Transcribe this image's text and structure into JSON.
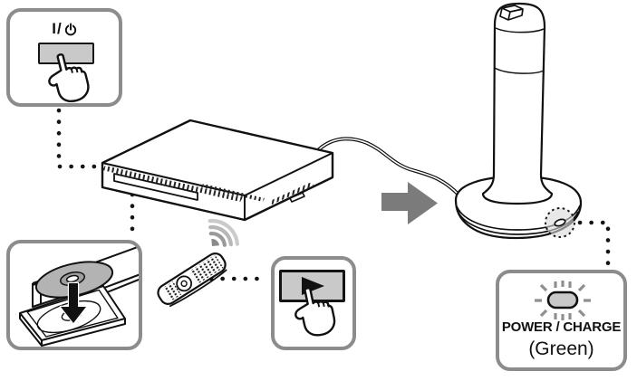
{
  "callouts": {
    "power": {
      "label": "I/",
      "symbol_icon": "power-standby-icon",
      "hand_icon": "pressing-hand-icon"
    },
    "insert_disc": {
      "disc_icon": "disc-icon",
      "arrow_icon": "insert-arrow-icon",
      "tray_icon": "open-disc-tray-icon"
    },
    "play": {
      "icon": "play-icon",
      "hand_icon": "pressing-hand-icon"
    },
    "indicator": {
      "label": "POWER / CHARGE",
      "state_label": "(Green)",
      "led_icon": "glowing-led-icon"
    }
  },
  "illustration": {
    "player_icon": "dvd-player-icon",
    "remote_icon": "remote-control-icon",
    "signal_icon": "wireless-signal-icon",
    "arrow_icon": "right-arrow-icon",
    "speaker_icon": "tower-speaker-icon",
    "led_highlight_icon": "led-position-highlight-icon",
    "connector_style": "dotted"
  },
  "colors": {
    "box_border": "#8c8c8c",
    "button_fill": "#c9c9c9",
    "arrow_fill": "#7b7b7b",
    "disc_fill": "#b3b3b3",
    "led_fill": "#c9c9c9",
    "highlight_fill": "#d9d9d9",
    "signal_dark": "#8a8a8a",
    "signal_light": "#cbcbcb",
    "ink": "#111111"
  }
}
